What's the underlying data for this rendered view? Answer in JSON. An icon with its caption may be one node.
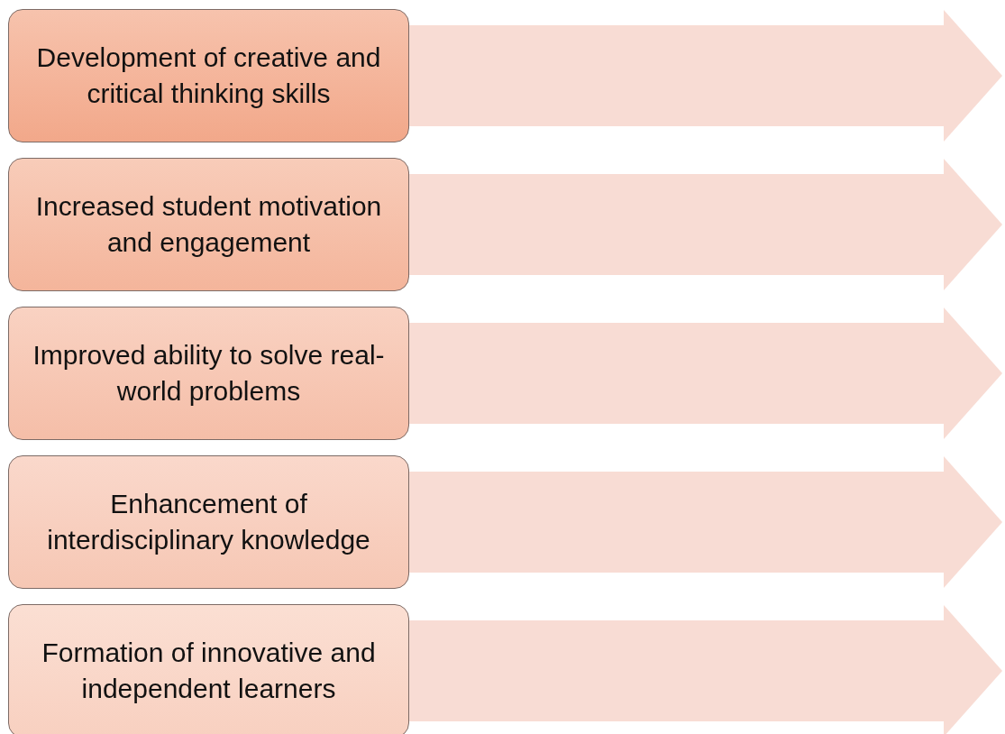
{
  "diagram": {
    "nodes": [
      {
        "text": [
          "Development of creative and critical thinking skills"
        ]
      },
      {
        "text": [
          "Increased student motivation and engagement"
        ]
      },
      {
        "text": [
          "Improved ability to solve real-world problems"
        ]
      },
      {
        "text": [
          "Enhancement of interdisciplinary knowledge"
        ]
      },
      {
        "text": [
          "Formation of innovative and independent learners"
        ]
      }
    ],
    "edges": [
      {
        "from": 0,
        "to": null,
        "arrow": "to"
      },
      {
        "from": 1,
        "to": null,
        "arrow": "to"
      },
      {
        "from": 2,
        "to": null,
        "arrow": "to"
      },
      {
        "from": 3,
        "to": null,
        "arrow": "to"
      },
      {
        "from": 4,
        "to": null,
        "arrow": "to"
      }
    ]
  }
}
